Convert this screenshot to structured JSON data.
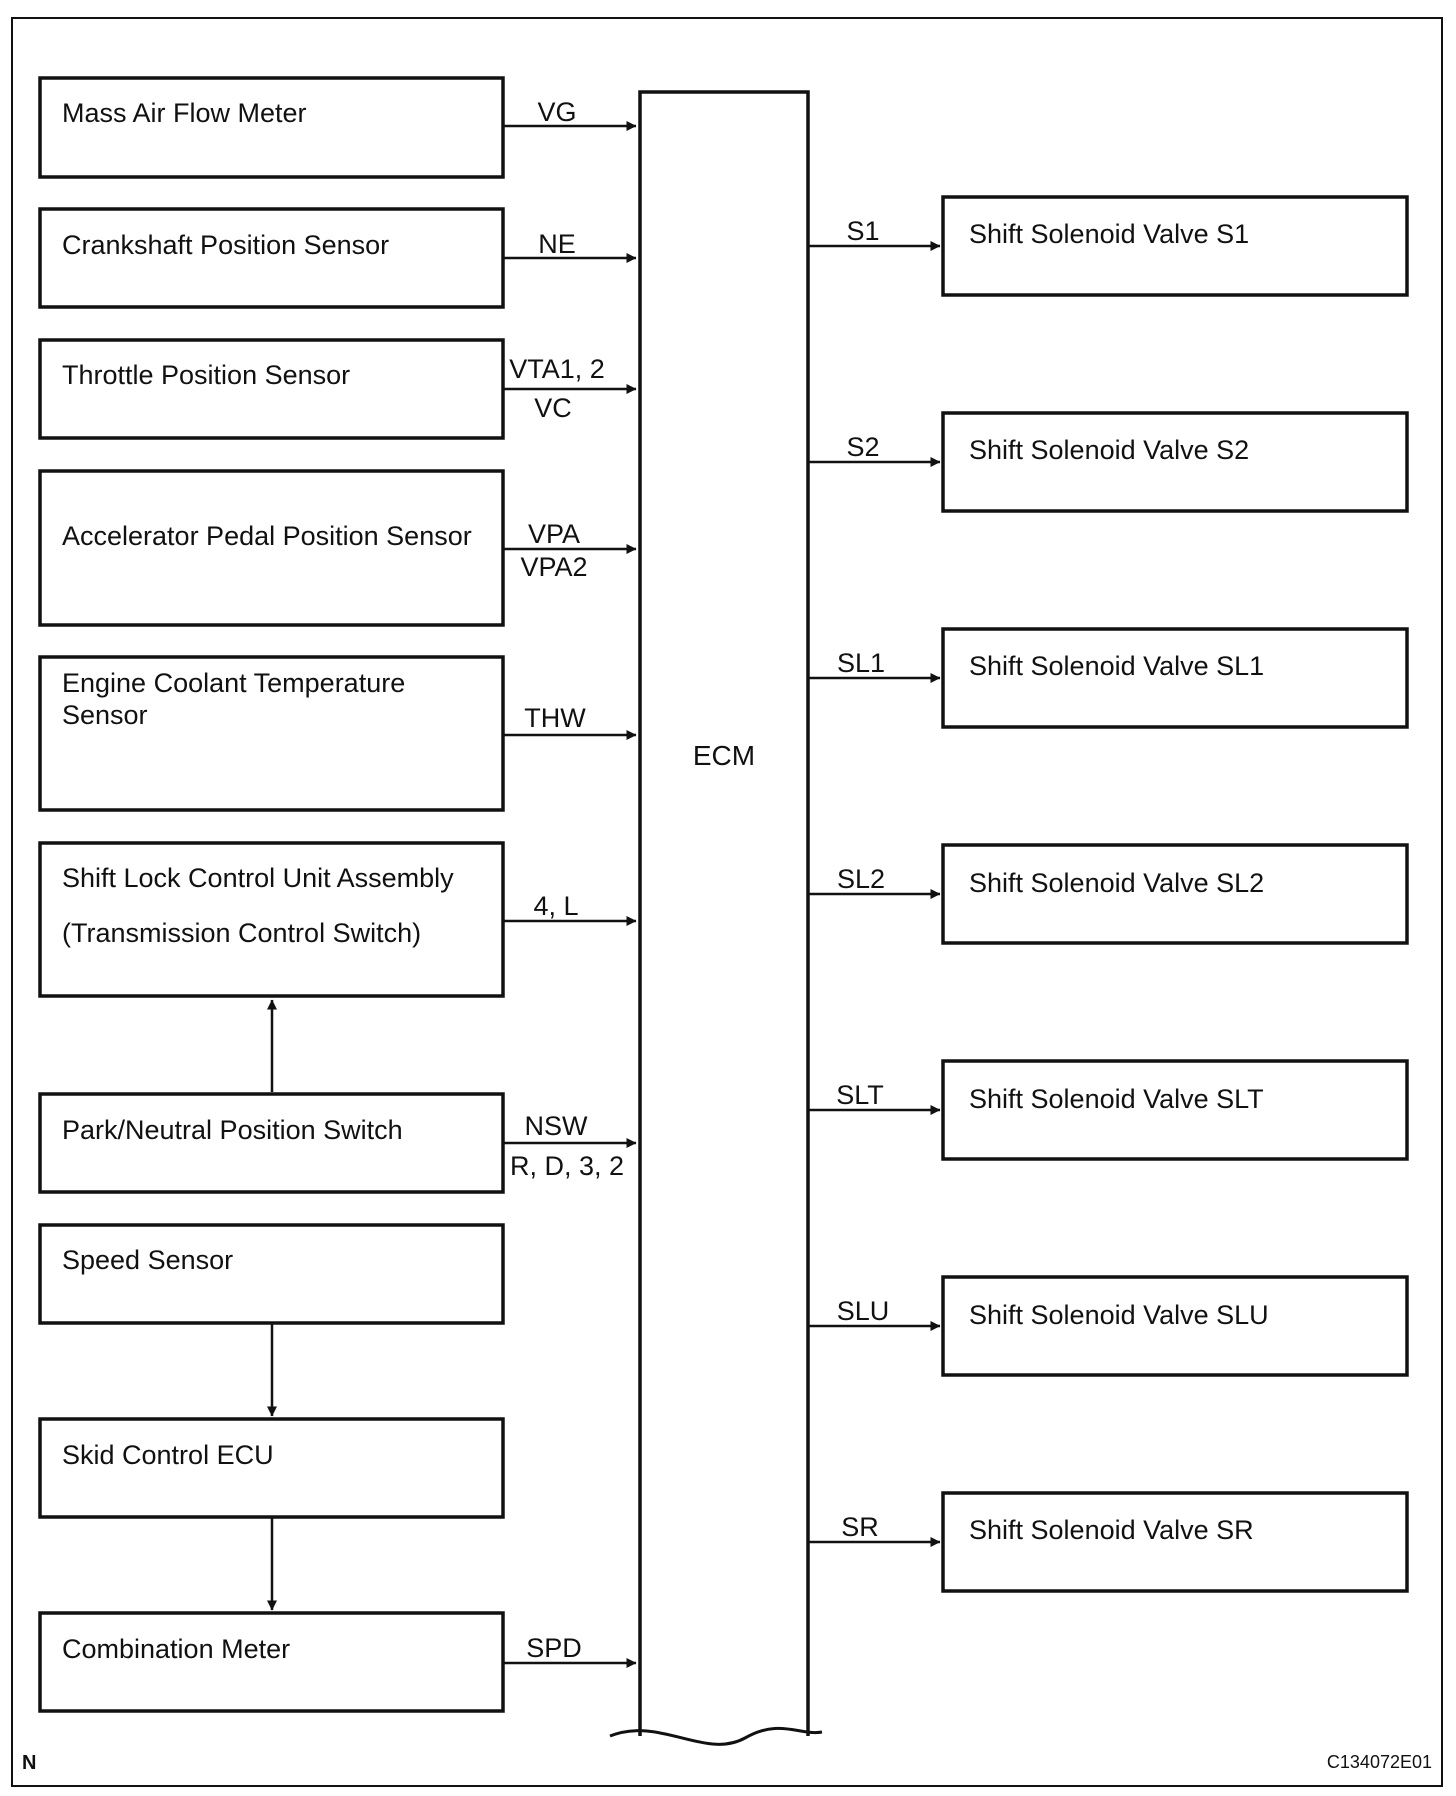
{
  "diagram": {
    "ecm_label": "ECM",
    "inputs": [
      {
        "lines": [
          "Mass Air Flow Meter"
        ],
        "signal": [
          "VG"
        ]
      },
      {
        "lines": [
          "Crankshaft Position Sensor"
        ],
        "signal": [
          "NE"
        ]
      },
      {
        "lines": [
          "Throttle Position Sensor"
        ],
        "signal": [
          "VTA1, 2",
          "VC"
        ]
      },
      {
        "lines": [
          "Accelerator Pedal Position Sensor"
        ],
        "signal": [
          "VPA",
          "VPA2"
        ]
      },
      {
        "lines": [
          "Engine Coolant Temperature",
          "Sensor"
        ],
        "signal": [
          "THW"
        ]
      },
      {
        "lines": [
          "Shift Lock Control Unit Assembly",
          "(Transmission Control Switch)"
        ],
        "signal": [
          "4, L"
        ]
      },
      {
        "lines": [
          "Park/Neutral Position Switch"
        ],
        "signal": [
          "NSW",
          "R, D, 3, 2"
        ]
      },
      {
        "lines": [
          "Speed Sensor"
        ],
        "signal": []
      },
      {
        "lines": [
          "Skid Control ECU"
        ],
        "signal": []
      },
      {
        "lines": [
          "Combination Meter"
        ],
        "signal": [
          "SPD"
        ]
      }
    ],
    "outputs": [
      {
        "signal": "S1",
        "label": "Shift Solenoid Valve S1"
      },
      {
        "signal": "S2",
        "label": "Shift Solenoid Valve S2"
      },
      {
        "signal": "SL1",
        "label": "Shift Solenoid Valve SL1"
      },
      {
        "signal": "SL2",
        "label": "Shift Solenoid Valve SL2"
      },
      {
        "signal": "SLT",
        "label": "Shift Solenoid Valve SLT"
      },
      {
        "signal": "SLU",
        "label": "Shift Solenoid Valve SLU"
      },
      {
        "signal": "SR",
        "label": "Shift Solenoid Valve SR"
      }
    ],
    "corner_letter": "N",
    "figure_code": "C134072E01"
  }
}
